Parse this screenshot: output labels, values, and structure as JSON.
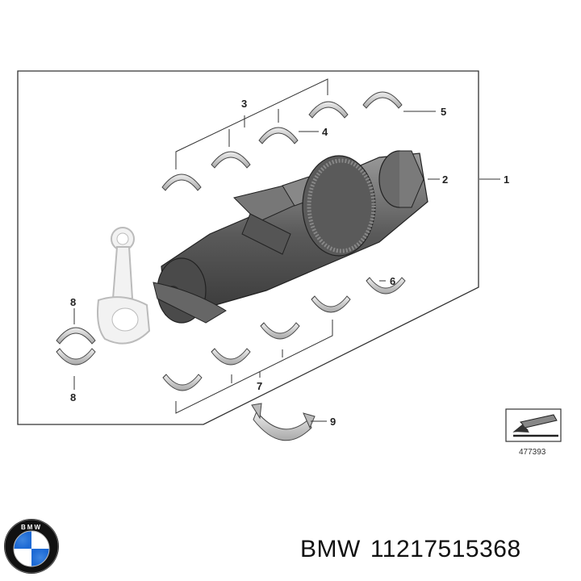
{
  "callouts": {
    "c1": "1",
    "c2": "2",
    "c3": "3",
    "c4": "4",
    "c5": "5",
    "c6": "6",
    "c7": "7",
    "c8a": "8",
    "c8b": "8",
    "c9": "9"
  },
  "figure_number": "477393",
  "caption": {
    "brand": "BMW",
    "part_number": "11217515368"
  },
  "logo": {
    "text": "BMW",
    "colors": {
      "blue": "#1c69d4",
      "ring": "#111111"
    }
  }
}
